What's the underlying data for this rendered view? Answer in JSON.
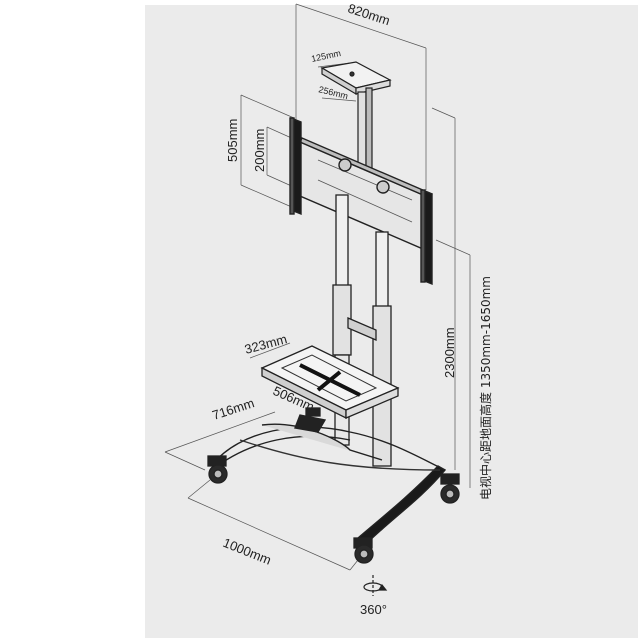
{
  "dimensions": {
    "total_width": "820mm",
    "camera_shelf_depth": "125mm",
    "camera_shelf_width": "256mm",
    "bracket_height": "505mm",
    "vesa_height": "200mm",
    "tray_depth": "323mm",
    "tray_width": "506mm",
    "base_depth": "716mm",
    "base_width": "1000mm",
    "total_height": "2300mm",
    "tv_center_height": "电视中心距地面高度 1350mm-1650mm",
    "rotation": "360°"
  },
  "colors": {
    "panel": "#ebebeb",
    "line": "#222222",
    "metal": "#d9d9d9",
    "dark": "#1a1a1a"
  }
}
